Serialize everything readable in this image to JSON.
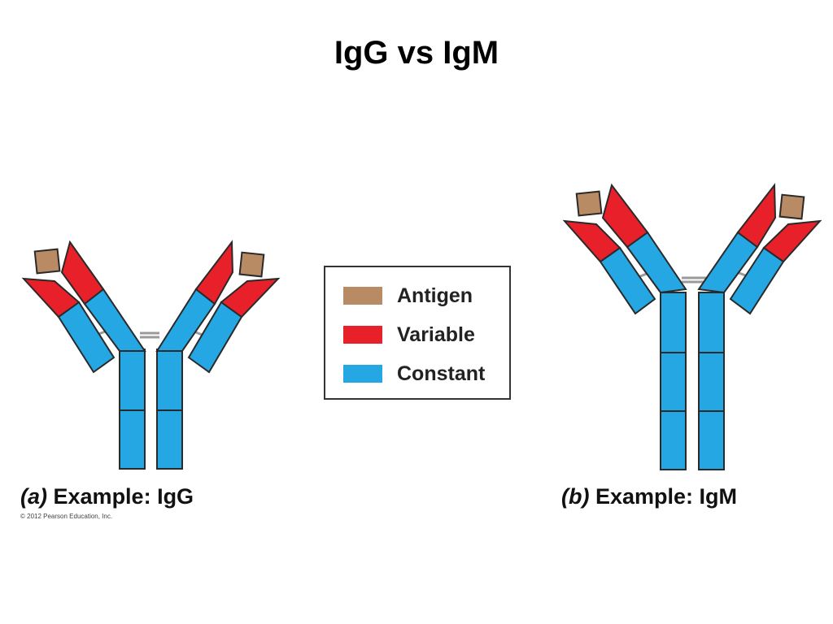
{
  "title": "IgG vs IgM",
  "colors": {
    "antigen": "#b98b64",
    "variable": "#e8202a",
    "constant": "#25a7e3",
    "outline": "#2a2a2a",
    "disulfide": "#9a9a9a"
  },
  "legend": {
    "items": [
      {
        "label": "Antigen",
        "color": "#b98b64"
      },
      {
        "label": "Variable",
        "color": "#e8202a"
      },
      {
        "label": "Constant",
        "color": "#25a7e3"
      }
    ]
  },
  "panel_a": {
    "letter": "(a)",
    "text": "Example: IgG"
  },
  "panel_b": {
    "letter": "(b)",
    "text": "Example: IgM"
  },
  "copyright": "© 2012 Pearson Education, Inc."
}
